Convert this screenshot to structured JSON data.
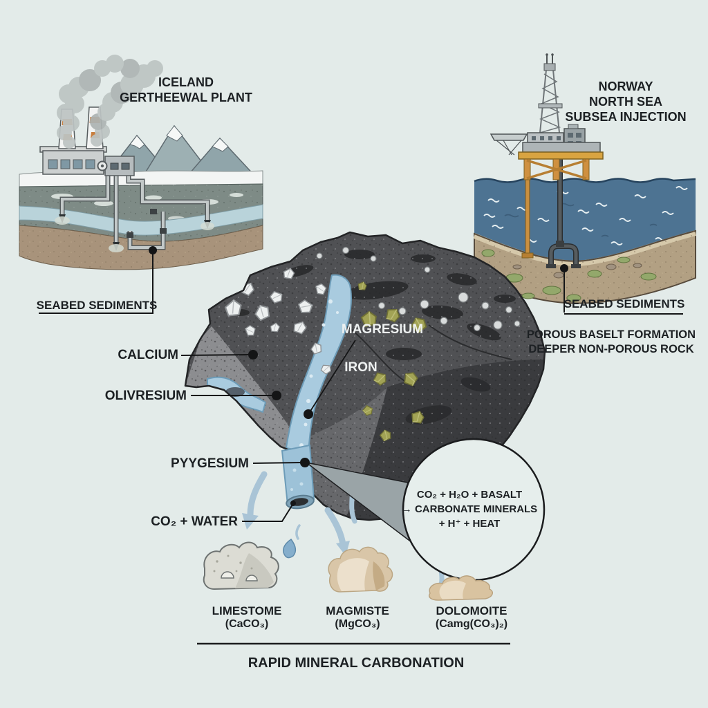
{
  "diagram_title": "RAPID MINERAL CARBONATION",
  "iceland": {
    "title": [
      "ICELAND",
      "GERTHEEWAL PLANT"
    ],
    "seabed_label": "SEABED SEDIMENTS"
  },
  "norway": {
    "title": [
      "NORWAY",
      "NORTH SEA",
      "SUBSEA INJECTION"
    ],
    "seabed_label": "SEABED SEDIMENTS",
    "formation_label": [
      "POROUS BASELT FORMATION",
      "DEEPER NON-POROUS ROCK"
    ]
  },
  "rock_labels": {
    "calcium": "CALCIUM",
    "olivresium": "OLIVRESIUM",
    "magresium": "MAGRESIUM",
    "iron": "IRON",
    "pyygesium": "PYYGESIUM",
    "co2_water": "CO₂ + WATER"
  },
  "reaction_circle": {
    "line1": "CO₂ + H₂O + BASALT",
    "line2": "→ CARBONATE MINERALS",
    "line3": "+ H⁺ + HEAT"
  },
  "minerals": [
    {
      "name": "LIMESTOME",
      "formula": "(CaCO₃)"
    },
    {
      "name": "MAGMISTE",
      "formula": "(MgCO₃)"
    },
    {
      "name": "DOLOMOITE",
      "formula": "(Camg(CO₃)₂)"
    }
  ],
  "palette": {
    "background": "#e3ebe9",
    "ink": "#1c2023",
    "sea": "#4d7392",
    "seabed": "#b2a083",
    "rock_top": "#505154",
    "rock_light": "#8c8d90",
    "rock_dark": "#3a3b3e",
    "water": "#a9cbdf",
    "olivine": "#a2a355",
    "rig_orange": "#cf9040",
    "chimney_stripe": "#c87f3f"
  }
}
